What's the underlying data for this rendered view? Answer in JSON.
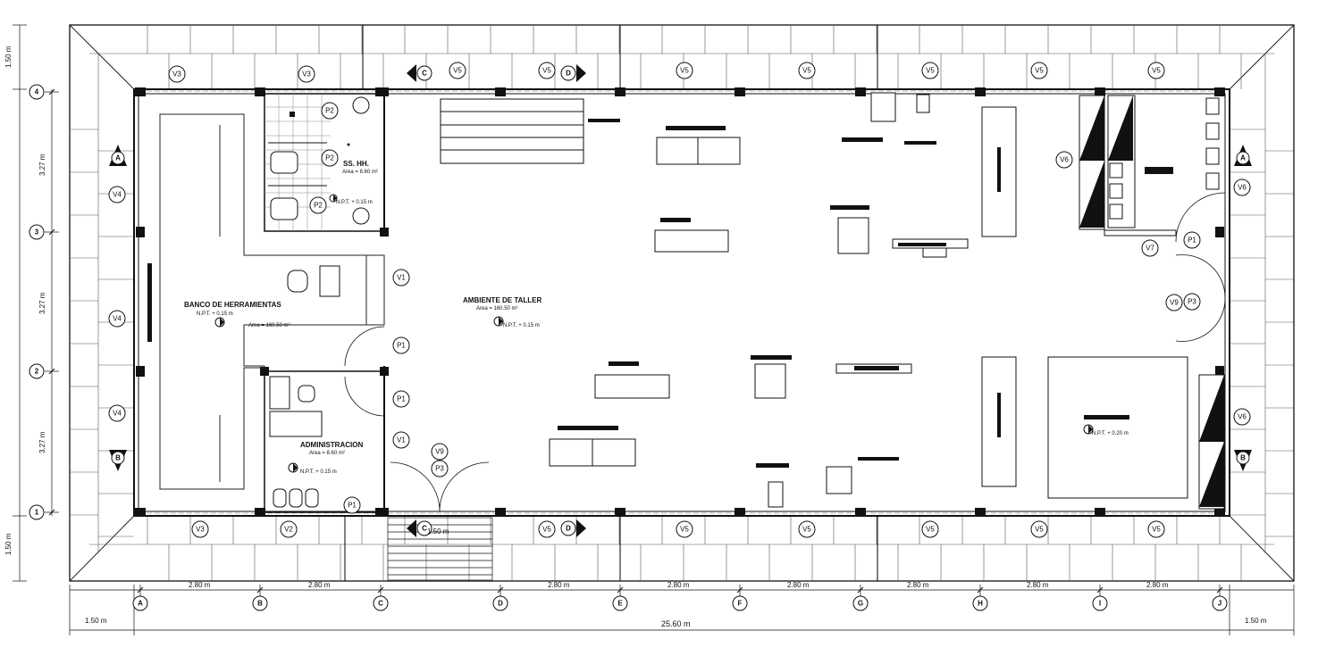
{
  "rooms": {
    "banco": {
      "name": "BANCO DE HERRAMIENTAS",
      "npt": "N.P.T. + 0.15 m",
      "area": "Area = 160.50 m²"
    },
    "taller": {
      "name": "AMBIENTE DE TALLER",
      "area": "Area = 160.50 m²",
      "npt": "N.P.T. + 0.15 m"
    },
    "sshh": {
      "name": "SS. HH.",
      "area": "Area = 8.60 m²",
      "npt": "N.P.T. + 0.15 m"
    },
    "admin": {
      "name": "ADMINISTRACION",
      "area": "Area = 8.60 m²",
      "npt": "N.P.T. + 0.15 m"
    },
    "platform": {
      "npt": "N.P.T. + 0.20 m"
    }
  },
  "axes": {
    "columns": [
      "A",
      "B",
      "C",
      "D",
      "E",
      "F",
      "G",
      "H",
      "I",
      "J"
    ],
    "rows": [
      "4",
      "3",
      "2",
      "1"
    ]
  },
  "dimensions": {
    "bay": "2.80 m",
    "total": "25.60 m",
    "overhang": "1.50 m",
    "row_span": "3.27 m",
    "ramp": "1.50 m"
  },
  "openings": {
    "top": [
      "V3",
      "V3",
      "V5",
      "V5",
      "V5",
      "V5",
      "V5",
      "V5",
      "V5"
    ],
    "bottom": [
      "V3",
      "V2",
      "V5",
      "V5",
      "V5",
      "V5",
      "V5",
      "V5"
    ],
    "left": [
      "V4",
      "V4",
      "V4"
    ],
    "right": [
      "V6",
      "V6",
      "V6"
    ],
    "interior": [
      "V1",
      "V1",
      "P1",
      "P1",
      "P1",
      "P1",
      "P2",
      "P2",
      "P2",
      "P3",
      "P3",
      "V9",
      "V9",
      "V7"
    ]
  },
  "sections": [
    "A",
    "A",
    "B",
    "B",
    "C",
    "C",
    "D",
    "D"
  ]
}
